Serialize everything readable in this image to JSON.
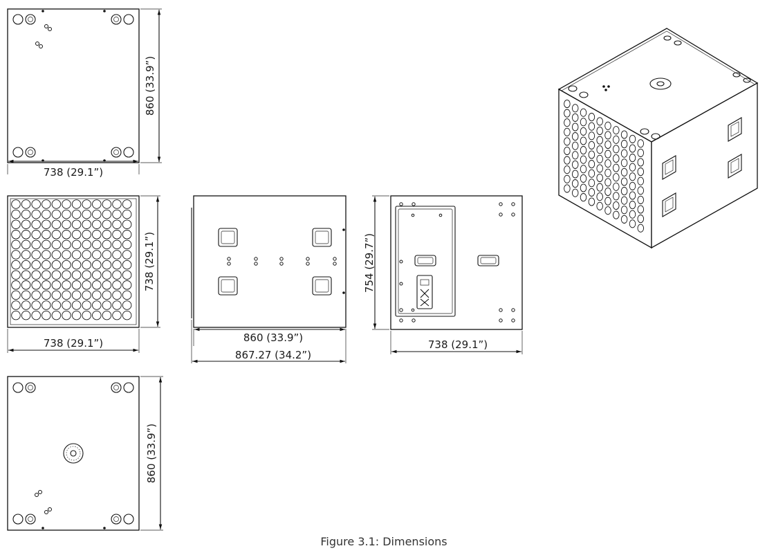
{
  "caption": "Figure 3.1: Dimensions",
  "dimensions": {
    "top_width": "738 (29.1”)",
    "top_height": "860 (33.9”)",
    "front_width": "738 (29.1”)",
    "front_height": "738 (29.1”)",
    "side_width_inner": "860 (33.9”)",
    "side_width_outer": "867.27 (34.2”)",
    "rear_height": "754 (29.7”)",
    "rear_width": "738 (29.1”)",
    "bottom_height": "860 (33.9”)"
  }
}
